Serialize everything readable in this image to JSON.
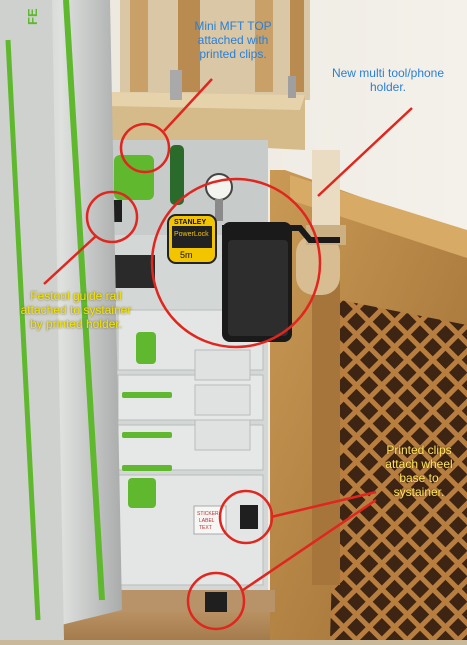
{
  "annotations": {
    "mft_top": "Mini MFT TOP\nattached with\nprinted clips.",
    "phone_holder": "New multi tool/phone\nholder.",
    "guide_rail": "Festool guide rail\nattached to systainer\nby printed holder.",
    "wheel_clips": "Printed clips\nattach wheel\nbase to\nsystainer."
  },
  "colors": {
    "annotation_blue": "#2a7fd6",
    "annotation_yellow": "#f2e600",
    "annotation_yellow_alt": "#ffe45c",
    "callout_red": "#e0261f",
    "festool_green": "#5fb82e"
  },
  "product_text": {
    "rail_brand": "FE",
    "tape_brand": "STANLEY",
    "tape_model": "PowerLock",
    "tape_size": "5m",
    "sticker_line1": "STICKER",
    "sticker_line2": "LABEL",
    "sticker_line3": "TEXT"
  }
}
